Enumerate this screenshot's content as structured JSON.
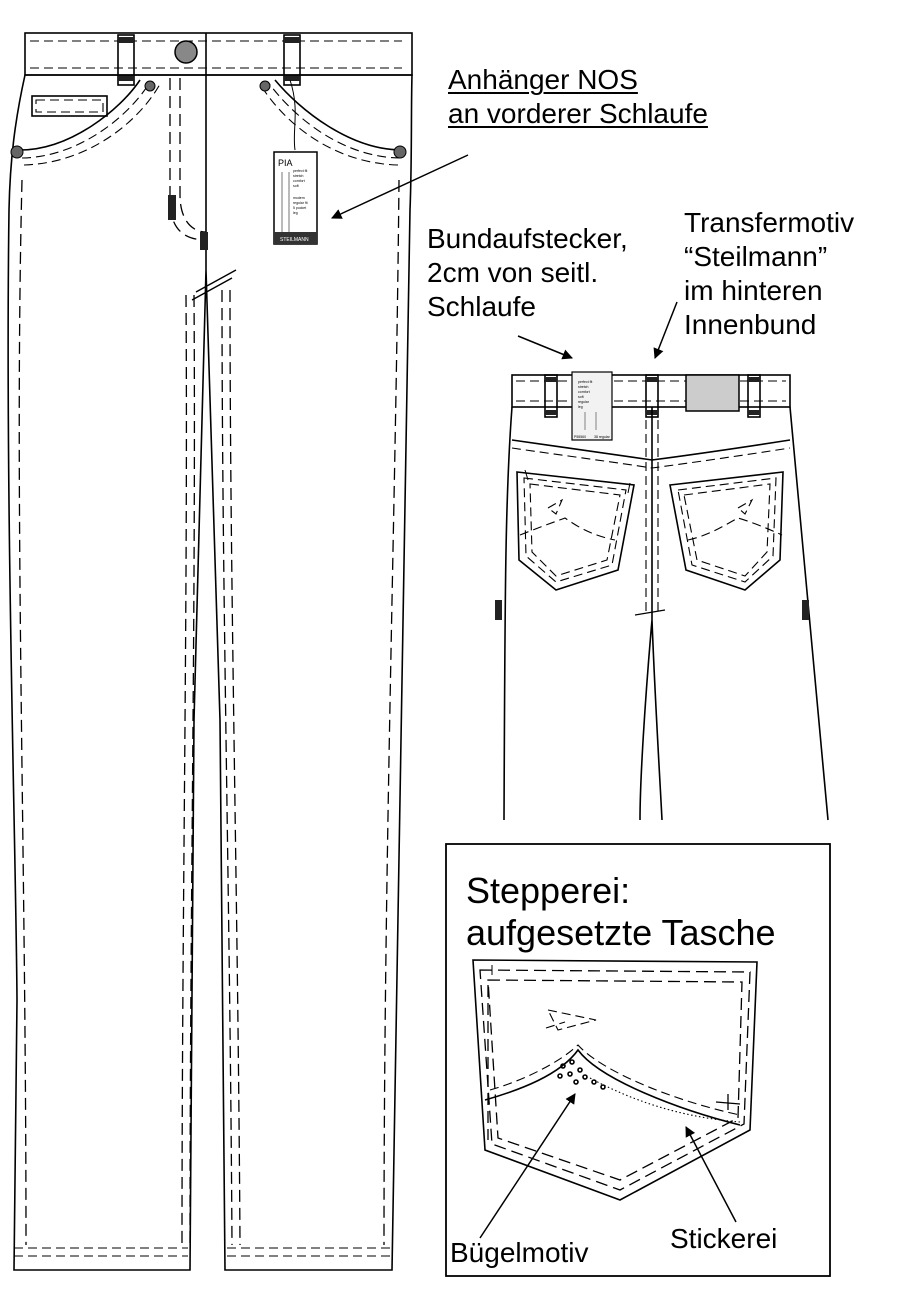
{
  "labels": {
    "hangtag": [
      "Anhänger NOS",
      "an vorderer Schlaufe"
    ],
    "waistband_tag": [
      "Bundaufstecker,",
      "2cm von seitl.",
      "Schlaufe"
    ],
    "transfer": [
      "Transfermotiv",
      "“Steilmann”",
      " im hinteren",
      "Innenbund"
    ],
    "inset_title": [
      "Stepperei:",
      "aufgesetzte Tasche"
    ],
    "ironon": "Bügelmotiv",
    "embroidery": "Stickerei"
  },
  "hangtag_card": {
    "brand": "PIA",
    "lines": [
      "perfect fit",
      "stretch",
      "comfort",
      "soft",
      "modern",
      "regular fit",
      "5 pocket",
      "leg"
    ],
    "footer": "STEILMANN"
  },
  "waistband_card": {
    "lines": [
      "perfect fit",
      "stretch",
      "comfort",
      "soft",
      "regular",
      "leg"
    ],
    "size": "38 regular",
    "code": "P55560"
  }
}
